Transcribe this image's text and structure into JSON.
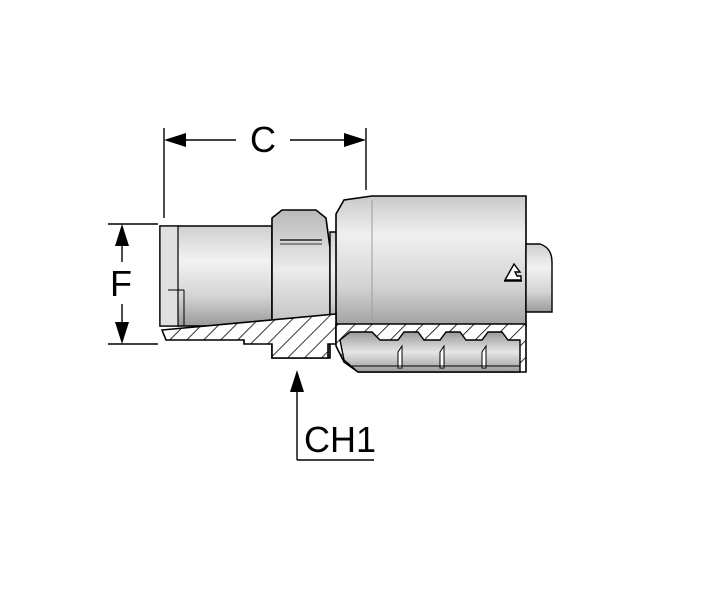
{
  "labels": {
    "c": "C",
    "f": "F",
    "ch1": "CH1"
  },
  "icons": {
    "logo": "manufacturer-logo-icon"
  },
  "colors": {
    "body_light": "#eeeeee",
    "body_mid": "#cfcfcf",
    "body_dark": "#8e8e8e",
    "outline": "#000000",
    "hatch": "#000000"
  }
}
